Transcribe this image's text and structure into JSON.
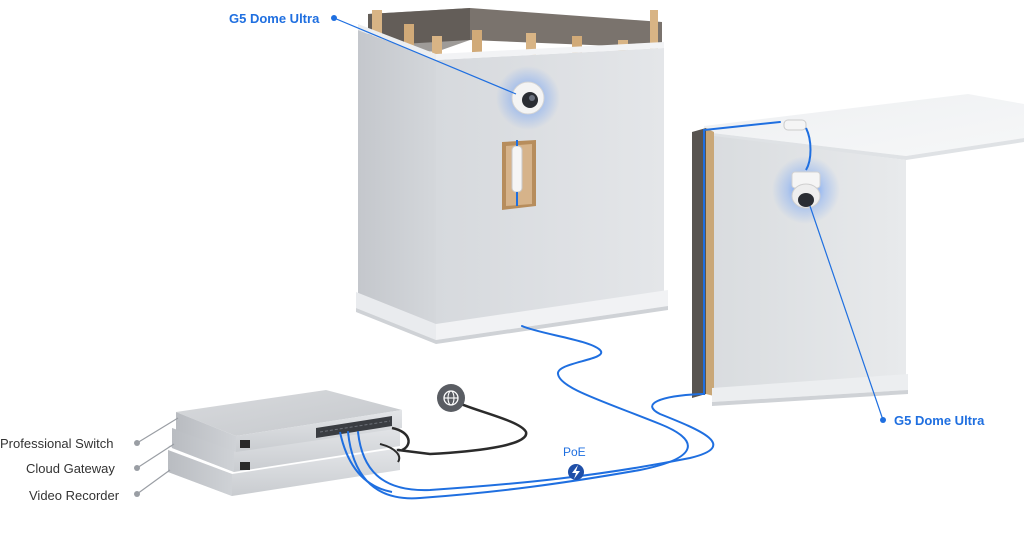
{
  "labels": {
    "camera_1": "G5 Dome Ultra",
    "camera_2": "G5 Dome Ultra",
    "professional_switch": "Professional Switch",
    "cloud_gateway": "Cloud Gateway",
    "video_recorder": "Video Recorder",
    "poe": "PoE"
  },
  "icons": {
    "internet": "globe-icon",
    "poe": "lightning-bolt-icon"
  },
  "colors": {
    "accent": "#1f6fe0",
    "cable_dark": "#2b2b2b",
    "wall": "#dcdfe3",
    "label_dark": "#333333"
  }
}
